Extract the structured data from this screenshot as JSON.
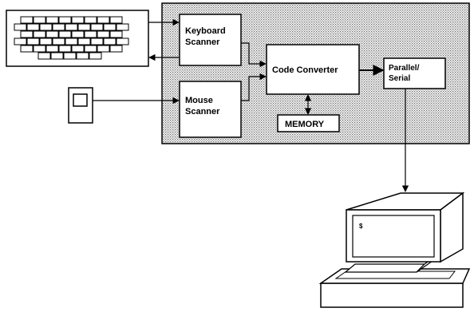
{
  "diagram": {
    "blocks": {
      "keyboard_scanner": {
        "line1": "Keyboard",
        "line2": "Scanner"
      },
      "mouse_scanner": {
        "line1": "Mouse",
        "line2": "Scanner"
      },
      "code_converter": {
        "label": "Code Converter"
      },
      "parallel_serial": {
        "line1": "Parallel/",
        "line2": "Serial"
      },
      "memory": {
        "label": "MEMORY"
      }
    },
    "monitor_screen_glyph": "$"
  }
}
